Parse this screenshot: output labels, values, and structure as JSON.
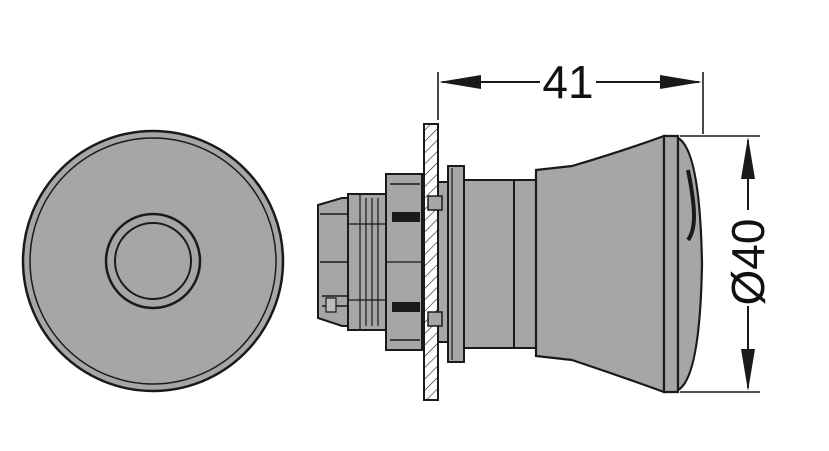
{
  "drawing": {
    "dimensions": {
      "length_label": "41",
      "diameter_label": "Ø40"
    },
    "colors": {
      "line": "#1a1a1a",
      "body_fill": "#a6a6a6",
      "body_fill_light": "#bdbdbd",
      "background": "#ffffff",
      "panel_hatch": "#1a1a1a"
    },
    "views": [
      "front-view",
      "side-view"
    ]
  }
}
